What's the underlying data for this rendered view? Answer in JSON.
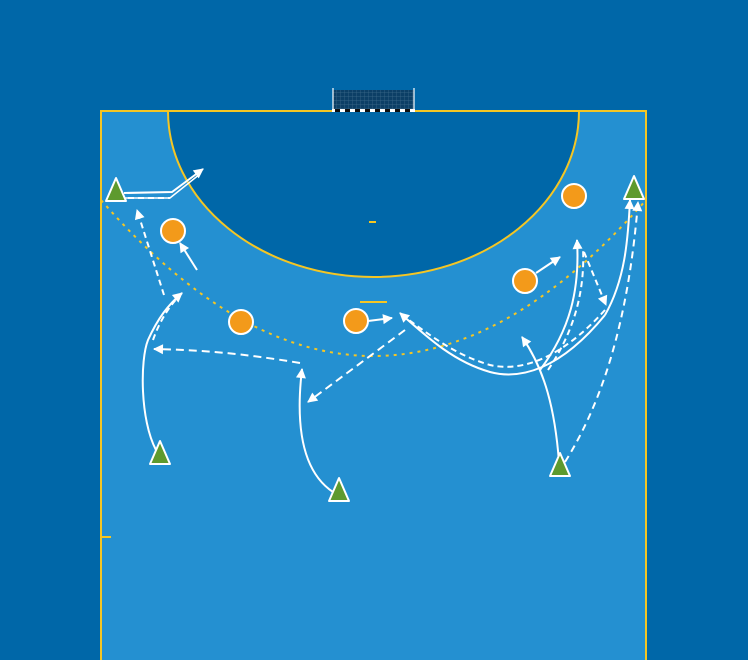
{
  "diagram": {
    "type": "handball-tactics-board",
    "colors": {
      "outside": "#0067a8",
      "court": "#2490d1",
      "goal_area": "#0067a8",
      "lines": "#f5c623",
      "defender": "#f39a1a",
      "attacker": "#5e9a2e",
      "movement": "#ffffff"
    },
    "defender_count": 5,
    "attacker_count": 5
  }
}
